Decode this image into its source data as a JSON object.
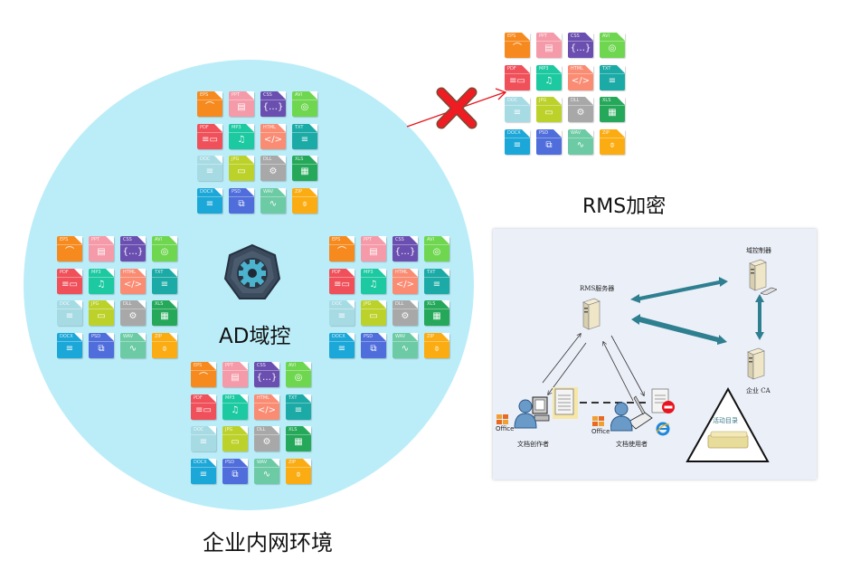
{
  "labels": {
    "ad_controller": "AD域控",
    "intranet": "企业内网环境",
    "rms_encryption": "RMS加密"
  },
  "file_types": [
    {
      "ext": "EPS",
      "color": "#f68a1e",
      "glyph": "⌒"
    },
    {
      "ext": "PPT",
      "color": "#f59aa8",
      "glyph": "▤"
    },
    {
      "ext": "CSS",
      "color": "#6a4fb0",
      "glyph": "{…}"
    },
    {
      "ext": "AVI",
      "color": "#6fd650",
      "glyph": "◎"
    },
    {
      "ext": "PDF",
      "color": "#f0505a",
      "glyph": "≡▭"
    },
    {
      "ext": "MP3",
      "color": "#1cc9a0",
      "glyph": "♫"
    },
    {
      "ext": "HTML",
      "color": "#fa8c74",
      "glyph": "</>"
    },
    {
      "ext": "TXT",
      "color": "#1baaa5",
      "glyph": "≡"
    },
    {
      "ext": "DOC",
      "color": "#a7dbe4",
      "glyph": "≡"
    },
    {
      "ext": "JPG",
      "color": "#bcd22a",
      "glyph": "▭"
    },
    {
      "ext": "DLL",
      "color": "#a8a8a8",
      "glyph": "⚙"
    },
    {
      "ext": "XLS",
      "color": "#26a85a",
      "glyph": "▦"
    },
    {
      "ext": "DOCX",
      "color": "#1ba7d8",
      "glyph": "≡"
    },
    {
      "ext": "PSD",
      "color": "#4f6ddb",
      "glyph": "⧉"
    },
    {
      "ext": "WAV",
      "color": "#6ccba4",
      "glyph": "∿"
    },
    {
      "ext": "ZIP",
      "color": "#fbac12",
      "glyph": "⌽"
    }
  ],
  "diagram": {
    "rms_server": "RMS服务器",
    "domain_controller": "域控制器",
    "enterprise_ca": "企业 CA",
    "doc_author": "文档创作者",
    "doc_user": "文档使用者",
    "active_directory": "活动目录",
    "office_label_1": "Office",
    "office_label_2": "Office"
  },
  "colors": {
    "circle": "#bbedf9",
    "blocked_arrow": "#e8141c",
    "diagram_bg": "#ebeff8",
    "thick_arrow": "#2e7f90"
  }
}
